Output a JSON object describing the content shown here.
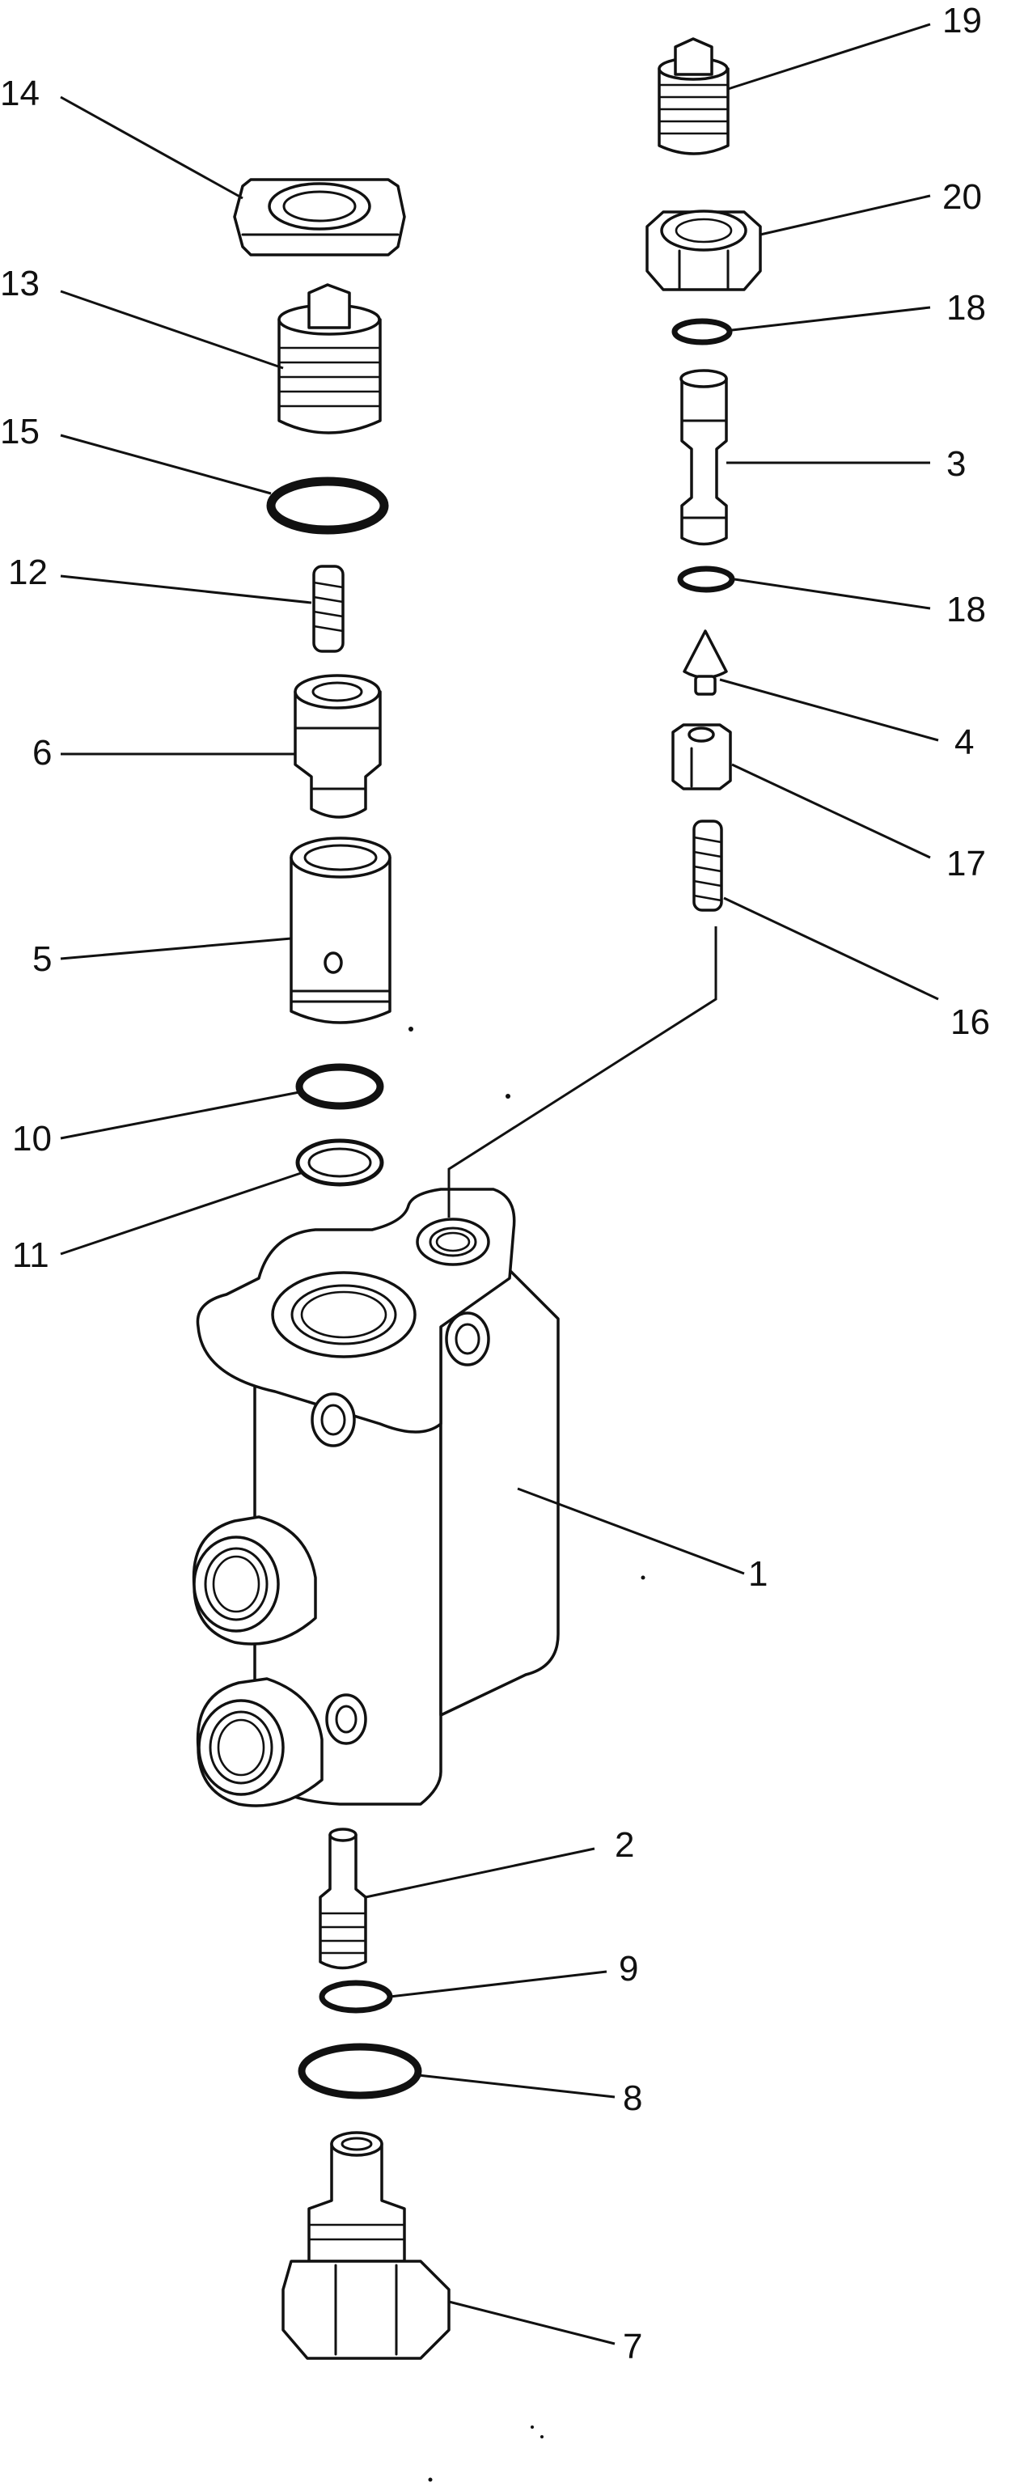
{
  "diagram": {
    "callouts": {
      "c1": "1",
      "c2": "2",
      "c3": "3",
      "c4": "4",
      "c5": "5",
      "c6": "6",
      "c7": "7",
      "c8": "8",
      "c9": "9",
      "c10": "10",
      "c11": "11",
      "c12": "12",
      "c13": "13",
      "c14": "14",
      "c15": "15",
      "c16": "16",
      "c17": "17",
      "c18a": "18",
      "c18b": "18",
      "c19": "19",
      "c20": "20"
    }
  }
}
